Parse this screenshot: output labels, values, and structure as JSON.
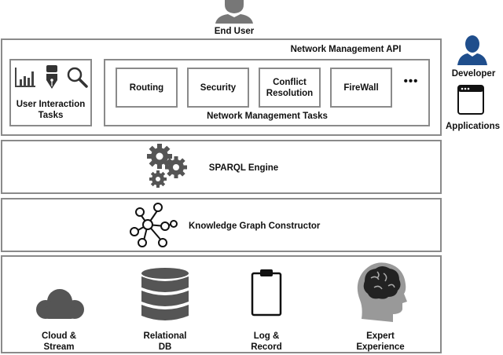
{
  "top": {
    "end_user": "End User"
  },
  "side": {
    "developer": "Developer",
    "applications": "Applications"
  },
  "api_layer": {
    "title": "Network Management API",
    "user_tasks_label": "User Interaction\nTasks",
    "mgmt_tasks_label": "Network Management Tasks",
    "tasks": [
      "Routing",
      "Security",
      "Conflict\nResolution",
      "FireWall"
    ],
    "more": "•••"
  },
  "sparql_layer": {
    "label": "SPARQL Engine"
  },
  "kg_layer": {
    "label": "Knowledge Graph Constructor"
  },
  "data_layer": {
    "sources": [
      "Cloud &\nStream",
      "Relational\nDB",
      "Log &\nRecord",
      "Expert\nExperience"
    ]
  },
  "colors": {
    "border": "#8a8a8a",
    "icon_gray": "#555555",
    "developer_blue": "#1f4e8c"
  },
  "icons": [
    "user-icon",
    "developer-icon",
    "application-window-icon",
    "bar-chart-icon",
    "pen-icon",
    "magnifier-icon",
    "gears-icon",
    "graph-network-icon",
    "cloud-icon",
    "database-icon",
    "clipboard-icon",
    "brain-head-icon"
  ]
}
